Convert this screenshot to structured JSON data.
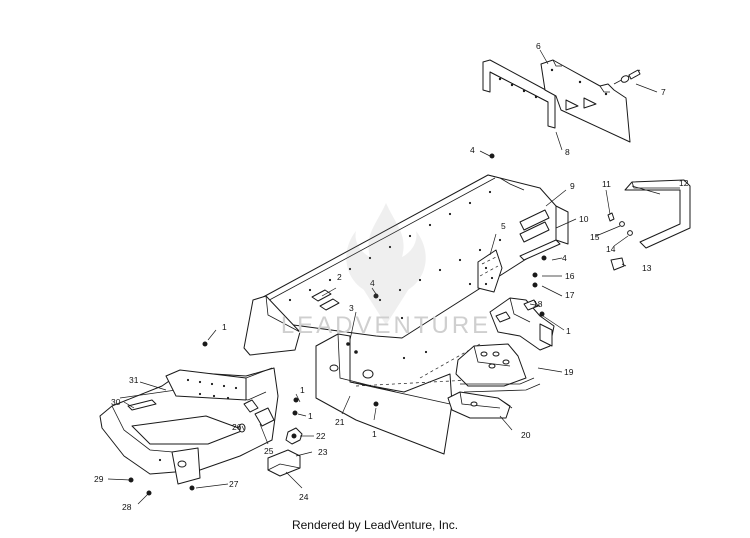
{
  "footer": {
    "credit": "Rendered by LeadVenture, Inc."
  },
  "watermark": {
    "text": "LEADVENTURE"
  },
  "callouts": [
    {
      "id": "c1a",
      "text": "1"
    },
    {
      "id": "c1b",
      "text": "1"
    },
    {
      "id": "c1c",
      "text": "1"
    },
    {
      "id": "c1d",
      "text": "1"
    },
    {
      "id": "c1e",
      "text": "1"
    },
    {
      "id": "c2",
      "text": "2"
    },
    {
      "id": "c3",
      "text": "3"
    },
    {
      "id": "c4a",
      "text": "4"
    },
    {
      "id": "c4b",
      "text": "4"
    },
    {
      "id": "c4c",
      "text": "4"
    },
    {
      "id": "c5",
      "text": "5"
    },
    {
      "id": "c6",
      "text": "6"
    },
    {
      "id": "c7",
      "text": "7"
    },
    {
      "id": "c8",
      "text": "8"
    },
    {
      "id": "c9",
      "text": "9"
    },
    {
      "id": "c10",
      "text": "10"
    },
    {
      "id": "c11",
      "text": "11"
    },
    {
      "id": "c12",
      "text": "12"
    },
    {
      "id": "c13",
      "text": "13"
    },
    {
      "id": "c14",
      "text": "14"
    },
    {
      "id": "c15",
      "text": "15"
    },
    {
      "id": "c16",
      "text": "16"
    },
    {
      "id": "c17",
      "text": "17"
    },
    {
      "id": "c18",
      "text": "18"
    },
    {
      "id": "c19",
      "text": "19"
    },
    {
      "id": "c20",
      "text": "20"
    },
    {
      "id": "c21",
      "text": "21"
    },
    {
      "id": "c22",
      "text": "22"
    },
    {
      "id": "c23",
      "text": "23"
    },
    {
      "id": "c24",
      "text": "24"
    },
    {
      "id": "c25",
      "text": "25"
    },
    {
      "id": "c26",
      "text": "26"
    },
    {
      "id": "c27",
      "text": "27"
    },
    {
      "id": "c28",
      "text": "28"
    },
    {
      "id": "c29",
      "text": "29"
    },
    {
      "id": "c30",
      "text": "30"
    },
    {
      "id": "c31",
      "text": "31"
    }
  ]
}
